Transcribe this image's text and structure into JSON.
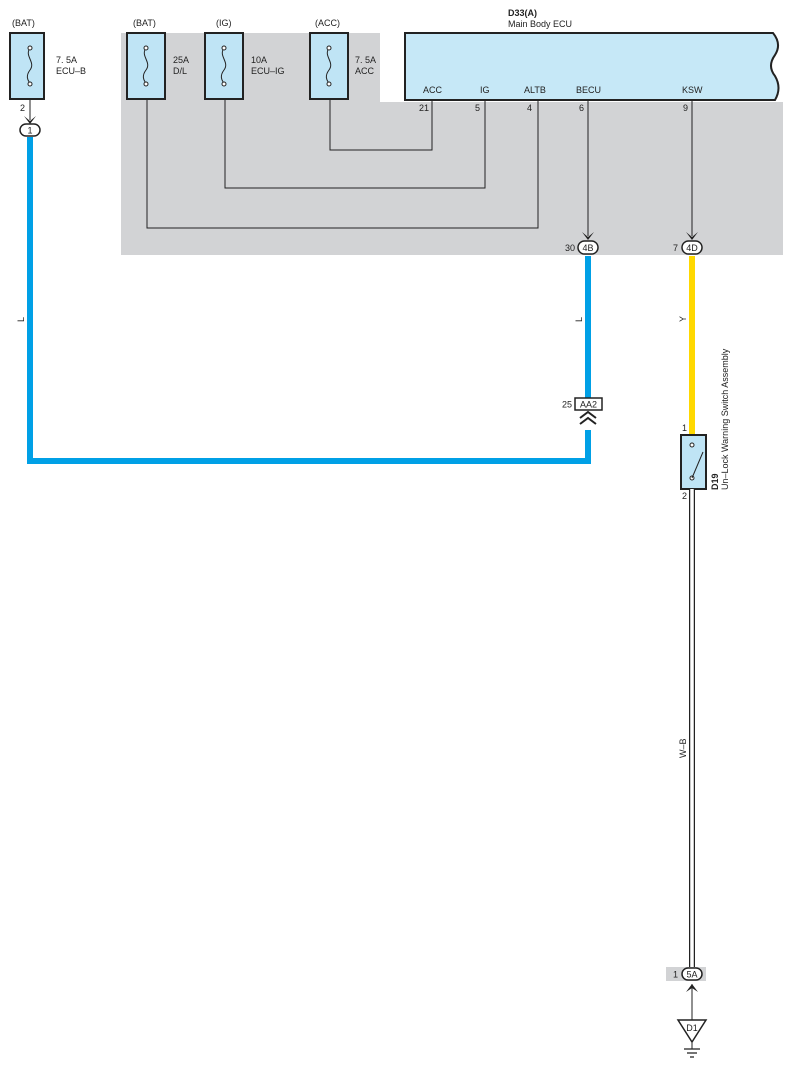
{
  "colors": {
    "wire_L": "#00a0e6",
    "wire_Y": "#ffd800",
    "wire_WB_fill": "#ffffff",
    "wire_WB_edge": "#222222",
    "ecu_fill": "#c6e8f7",
    "ecu_area_bg": "#d2d3d5",
    "fuse_fill": "#bfe4f5"
  },
  "fuses": [
    {
      "source": "(BAT)",
      "rating": "7. 5A",
      "name": "ECU–B",
      "pin": "2",
      "connector": "1"
    },
    {
      "source": "(BAT)",
      "rating": "25A",
      "name": "D/L"
    },
    {
      "source": "(IG)",
      "rating": "10A",
      "name": "ECU–IG"
    },
    {
      "source": "(ACC)",
      "rating": "7. 5A",
      "name": "ACC"
    }
  ],
  "ecu": {
    "code": "D33(A)",
    "name": "Main Body ECU",
    "terminals": [
      {
        "label": "ACC",
        "pin": "21"
      },
      {
        "label": "IG",
        "pin": "5"
      },
      {
        "label": "ALTB",
        "pin": "4"
      },
      {
        "label": "BECU",
        "pin": "6"
      },
      {
        "label": "KSW",
        "pin": "9"
      }
    ]
  },
  "junctions": {
    "j4b": {
      "pin": "30",
      "code": "4B"
    },
    "j4d": {
      "pin": "7",
      "code": "4D"
    },
    "aa2": {
      "pin": "25",
      "code": "AA2"
    },
    "j5a": {
      "pin": "1",
      "code": "5A"
    }
  },
  "wires": {
    "left": "L",
    "becu": "L",
    "ksw": "Y",
    "ground": "W–B"
  },
  "switch": {
    "code": "D19",
    "name": "Un–Lock Warning Switch Assembly",
    "pin_top": "1",
    "pin_bottom": "2"
  },
  "ground": {
    "code": "D1"
  }
}
